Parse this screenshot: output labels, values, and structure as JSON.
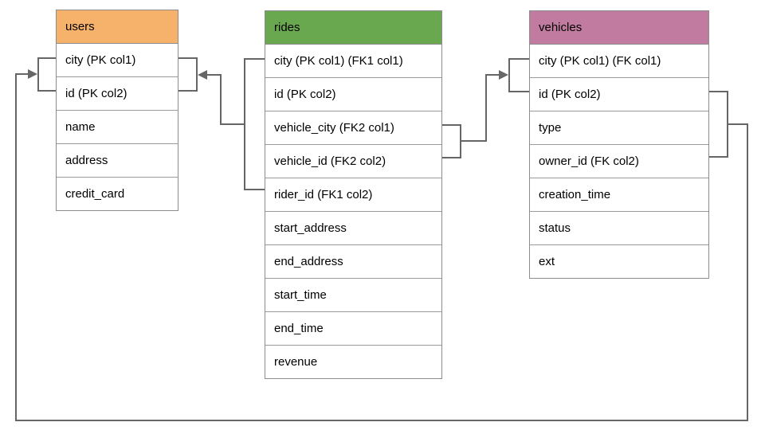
{
  "diagram": {
    "connector_color": "#666666",
    "tables": [
      {
        "name": "users",
        "header_color": "#f6b26b",
        "rows": [
          "city (PK col1)",
          "id (PK col2)",
          "name",
          "address",
          "credit_card"
        ]
      },
      {
        "name": "rides",
        "header_color": "#6aa84f",
        "rows": [
          "city (PK col1) (FK1 col1)",
          "id (PK col2)",
          "vehicle_city (FK2 col1)",
          "vehicle_id (FK2 col2)",
          "rider_id (FK1 col2)",
          "start_address",
          "end_address",
          "start_time",
          "end_time",
          "revenue"
        ]
      },
      {
        "name": "vehicles",
        "header_color": "#c27ba0",
        "rows": [
          "city (PK col1) (FK col1)",
          "id (PK col2)",
          "type",
          "owner_id (FK col2)",
          "creation_time",
          "status",
          "ext"
        ]
      }
    ],
    "relationships": [
      {
        "label": "FK1",
        "from": "rides (city, rider_id)",
        "to": "users (city, id)"
      },
      {
        "label": "FK2",
        "from": "rides (vehicle_city, vehicle_id)",
        "to": "vehicles (city, id)"
      },
      {
        "label": "FK",
        "from": "vehicles (id, owner_id)",
        "to": "users (city, id)"
      }
    ]
  }
}
